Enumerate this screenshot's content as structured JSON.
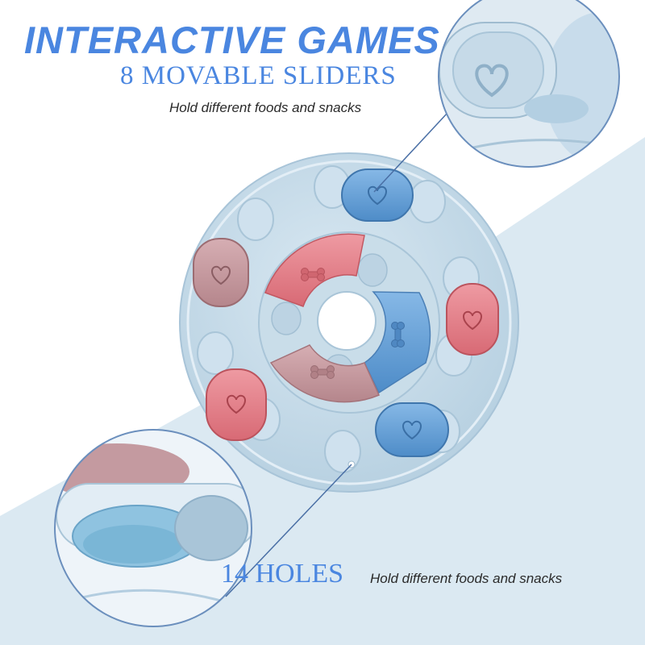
{
  "headline": "INTERACTIVE GAMES",
  "sliders_title": "8 MOVABLE SLIDERS",
  "sliders_caption": "Hold different foods and snacks",
  "holes_title": "14 HOLES",
  "holes_caption": "Hold different foods and snacks",
  "colors": {
    "text_accent": "#4a86e0",
    "text_dark": "#2a2a2a",
    "toy_base": "#c5dcea",
    "slider_blue": "#6aa4d8",
    "slider_pink": "#e47d86",
    "slider_mauve": "#c69aa0",
    "background_accent": "#dbe9f2"
  }
}
